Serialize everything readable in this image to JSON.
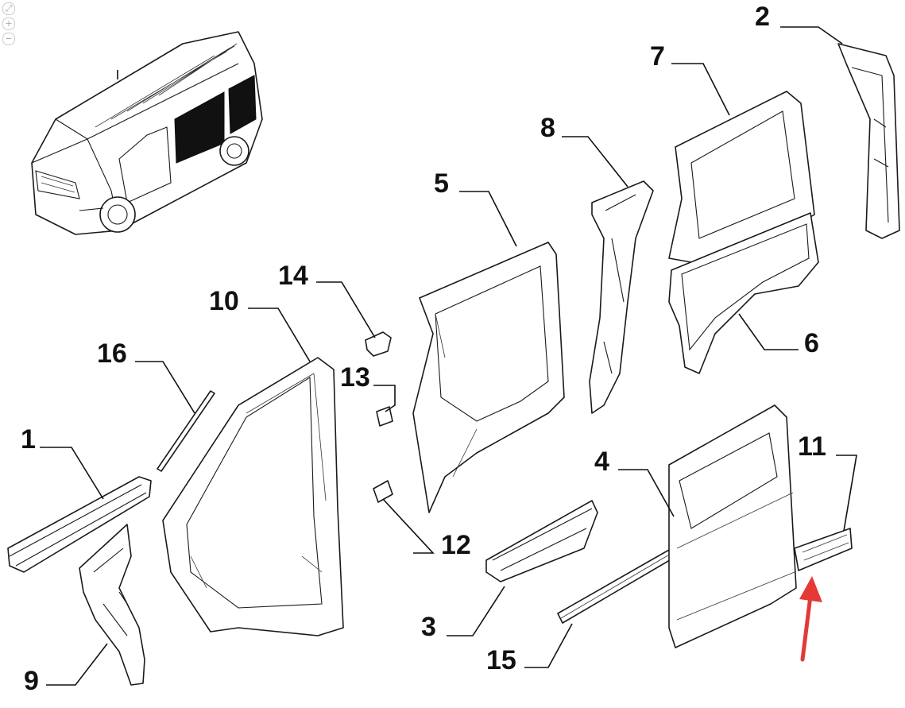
{
  "toolbar": {
    "zoom_icons": [
      "fit-to-screen-icon",
      "zoom-in-icon",
      "zoom-out-icon"
    ]
  },
  "callouts": {
    "c1": "1",
    "c2": "2",
    "c3": "3",
    "c4": "4",
    "c5": "5",
    "c6": "6",
    "c7": "7",
    "c8": "8",
    "c9": "9",
    "c10": "10",
    "c11": "11",
    "c12": "12",
    "c13": "13",
    "c14": "14",
    "c15": "15",
    "c16": "16"
  },
  "colors": {
    "line": "#1a1a1a",
    "highlight_arrow": "#e53935",
    "background": "#ffffff"
  }
}
